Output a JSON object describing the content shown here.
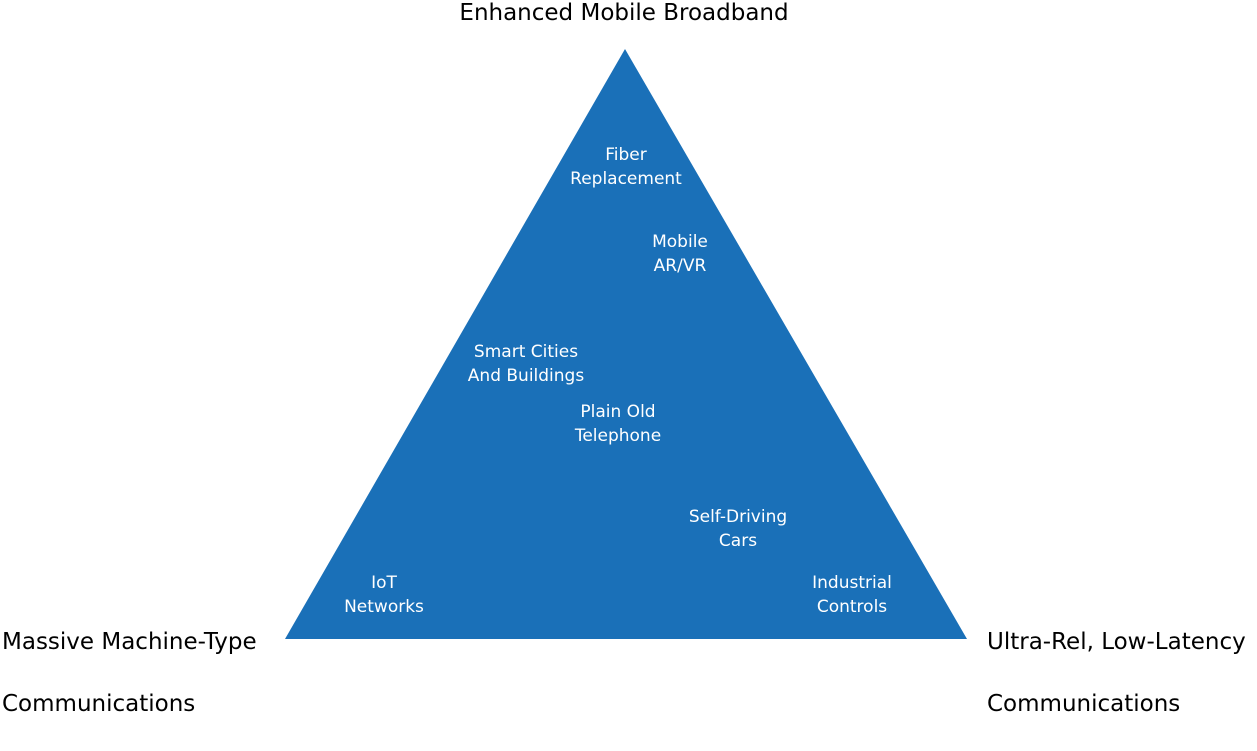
{
  "colors": {
    "triangle_fill": "#1a70b8",
    "inner_text": "#ffffff",
    "outer_text": "#000000",
    "background": "#ffffff"
  },
  "vertices": {
    "top": "Enhanced Mobile Broadband",
    "bottom_left": [
      "Massive Machine-Type",
      "Communications"
    ],
    "bottom_right": [
      "Ultra-Rel, Low-Latency",
      "Communications"
    ]
  },
  "use_cases": [
    {
      "id": "fiber-replacement",
      "lines": [
        "Fiber",
        "Replacement"
      ]
    },
    {
      "id": "mobile-ar-vr",
      "lines": [
        "Mobile",
        "AR/VR"
      ]
    },
    {
      "id": "smart-cities",
      "lines": [
        "Smart Cities",
        "And Buildings"
      ]
    },
    {
      "id": "plain-old-telephone",
      "lines": [
        "Plain Old",
        "Telephone"
      ]
    },
    {
      "id": "self-driving-cars",
      "lines": [
        "Self-Driving",
        "Cars"
      ]
    },
    {
      "id": "iot-networks",
      "lines": [
        "IoT",
        "Networks"
      ]
    },
    {
      "id": "industrial-controls",
      "lines": [
        "Industrial",
        "Controls"
      ]
    }
  ]
}
